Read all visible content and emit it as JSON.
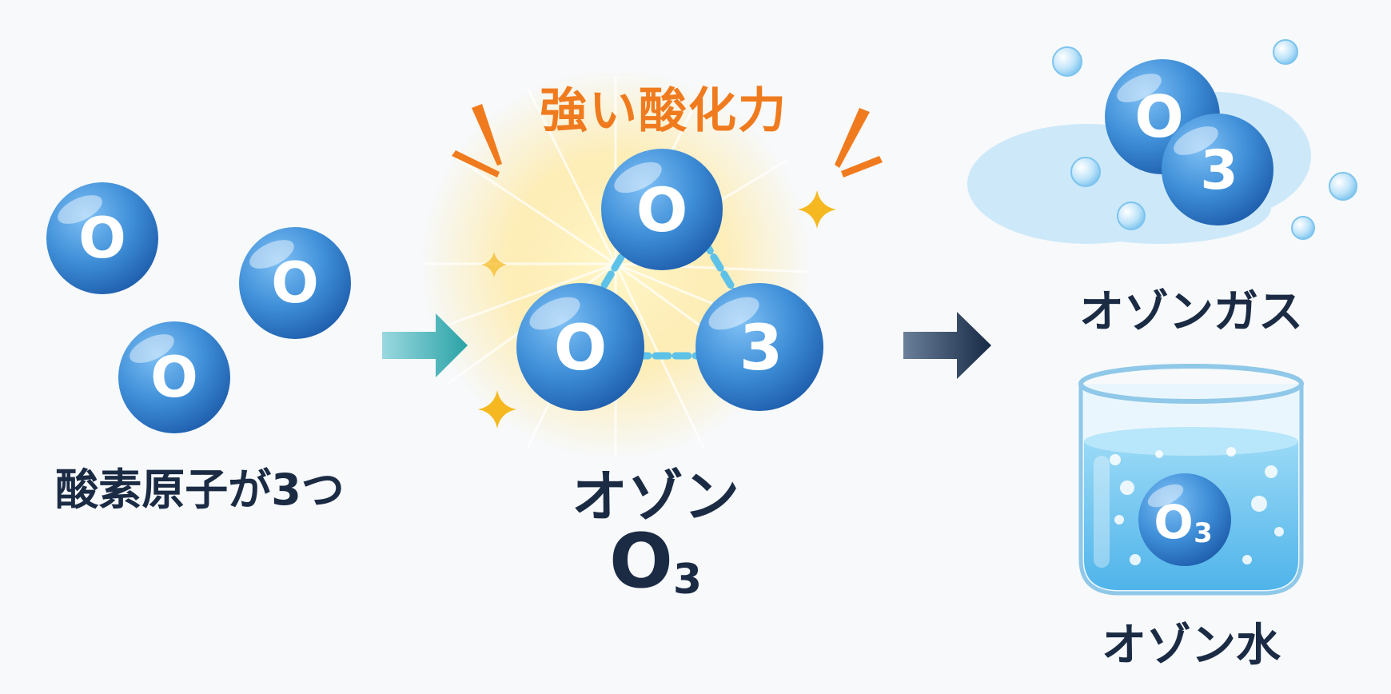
{
  "colors": {
    "atom": "#3f8fd8",
    "text": "#1b2b44",
    "accent": "#f07b1e",
    "arrow_teal": "#3ab0b3",
    "arrow_navy": "#1e3452",
    "sparkle": "#f5b820"
  },
  "left": {
    "label": "酸素原子が3つ",
    "atoms": [
      {
        "letter": "O"
      },
      {
        "letter": "O"
      },
      {
        "letter": "O"
      }
    ]
  },
  "center": {
    "header": "強い酸化力",
    "atoms": [
      {
        "letter": "O"
      },
      {
        "letter": "O"
      },
      {
        "letter": "3"
      }
    ],
    "name": "オゾン",
    "formula_main": "O",
    "formula_sub": "3"
  },
  "right": {
    "gas": {
      "label": "オゾンガス",
      "atom_1": "O",
      "atom_2": "3"
    },
    "water": {
      "label": "オゾン水",
      "atom_main": "O",
      "atom_sub": "3"
    }
  },
  "icons": [
    "arrow-right-icon",
    "arrow-right-icon",
    "sparkle-icon",
    "burst-icon",
    "bubble-icon",
    "beaker-icon"
  ]
}
